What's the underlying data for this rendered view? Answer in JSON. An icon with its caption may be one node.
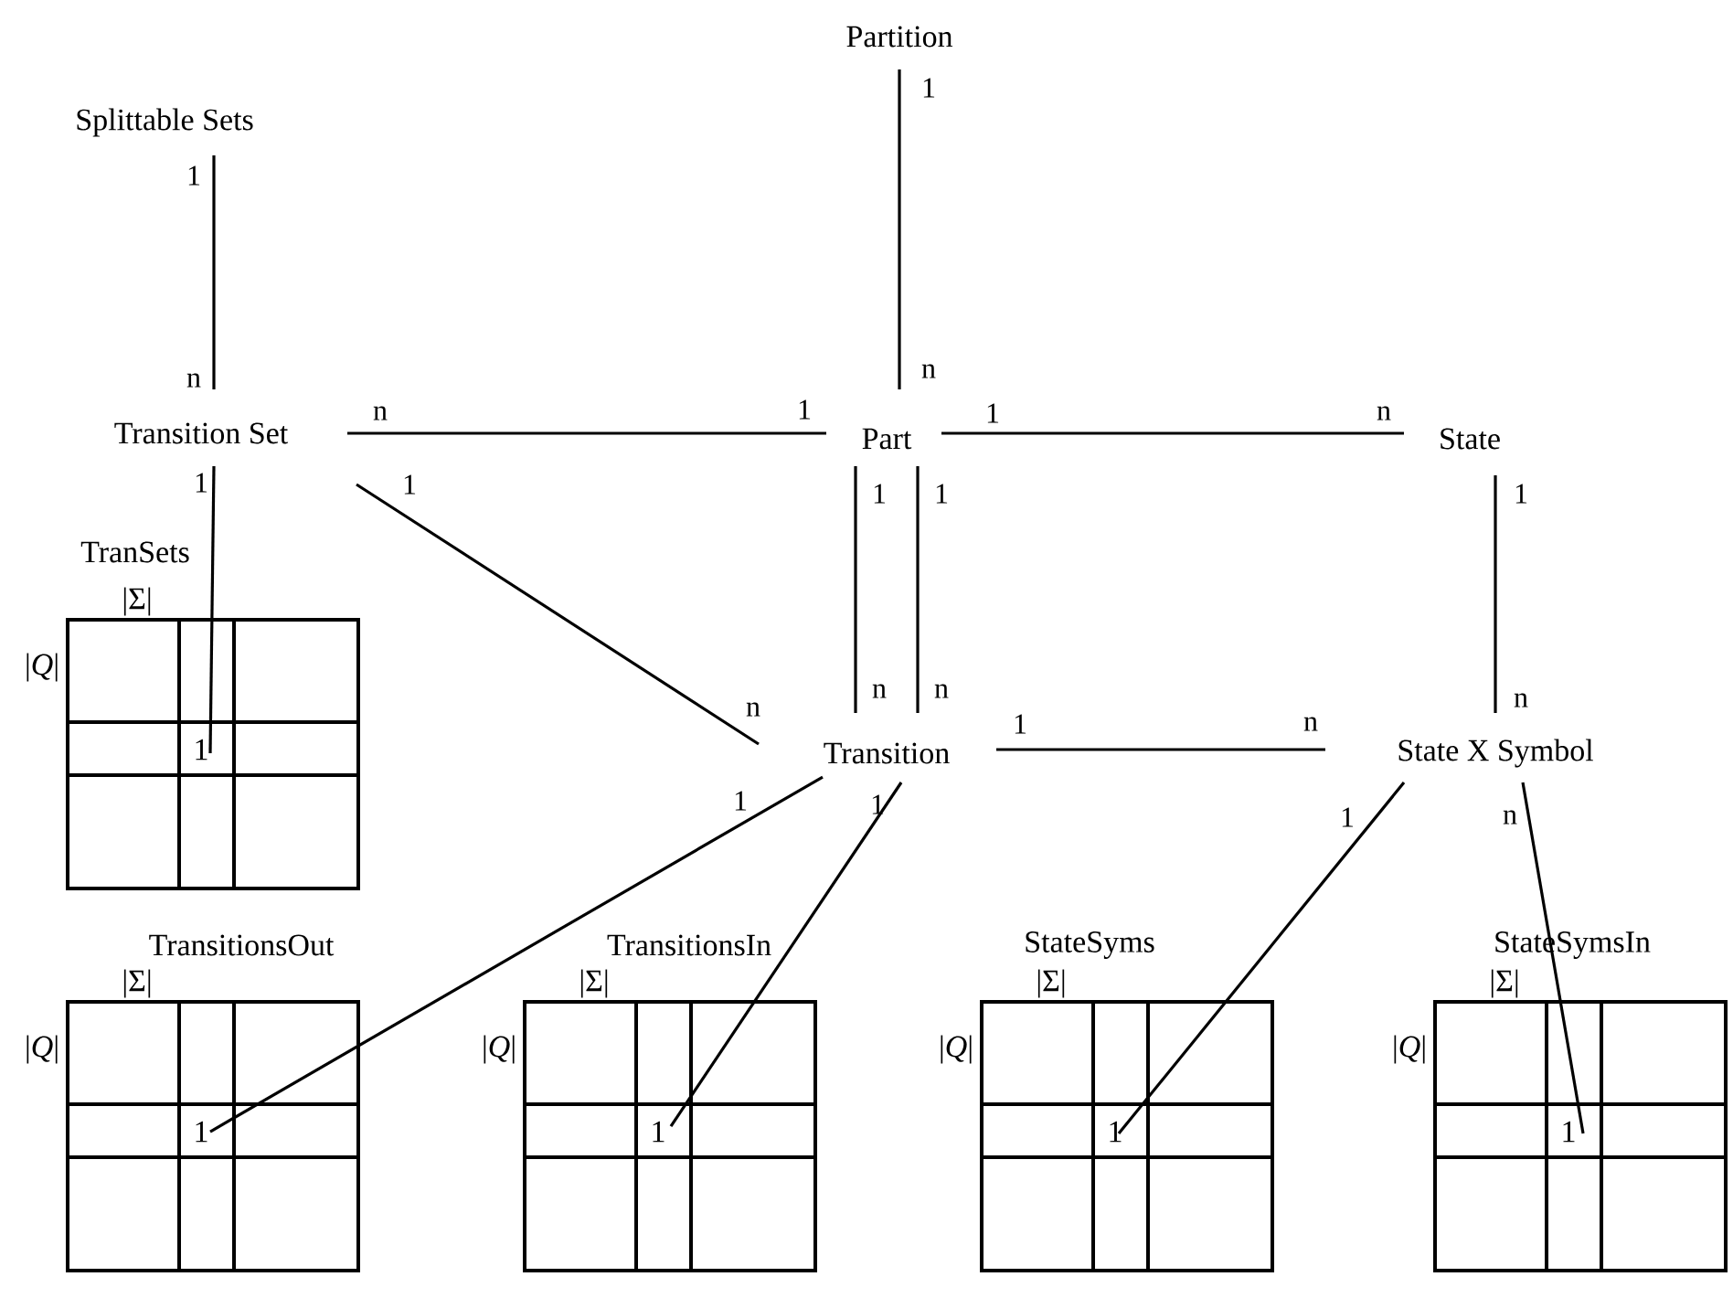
{
  "diagram": {
    "nodes": [
      {
        "text": [
          "Partition"
        ]
      },
      {
        "text": [
          "Splittable Sets"
        ]
      },
      {
        "text": [
          "Transition Set"
        ]
      },
      {
        "text": [
          "Part"
        ]
      },
      {
        "text": [
          "State"
        ]
      },
      {
        "text": [
          "TranSets"
        ],
        "beside": [
          "|Σ|",
          "|*Q*|"
        ]
      },
      {
        "text": [
          "1"
        ],
        "in": 5
      },
      {
        "text": [
          "Transition"
        ]
      },
      {
        "text": [
          "State X Symbol"
        ]
      },
      {
        "text": [
          "TransitionsOut"
        ],
        "beside": [
          "|Σ|",
          "|*Q*|"
        ]
      },
      {
        "text": [
          "1"
        ],
        "in": 9
      },
      {
        "text": [
          "TransitionsIn"
        ],
        "beside": [
          "|Σ|",
          "|*Q*|"
        ]
      },
      {
        "text": [
          "1"
        ],
        "in": 11
      },
      {
        "text": [
          "StateSyms"
        ],
        "beside": [
          "|Σ|",
          "|*Q*|"
        ]
      },
      {
        "text": [
          "1"
        ],
        "in": 13
      },
      {
        "text": [
          "StateSymsIn"
        ],
        "beside": [
          "|Σ|",
          "|*Q*|"
        ]
      },
      {
        "text": [
          "1"
        ],
        "in": 15
      }
    ],
    "edges": [
      {
        "from": 0,
        "to": 3,
        "arrow": "none"
      },
      {
        "from": 1,
        "to": 2,
        "arrow": "none"
      },
      {
        "from": 2,
        "to": 3,
        "arrow": "none"
      },
      {
        "from": 3,
        "to": 4,
        "arrow": "none"
      },
      {
        "from": 2,
        "to": 6,
        "arrow": "none"
      },
      {
        "from": 2,
        "to": 7,
        "arrow": "none"
      },
      {
        "from": 3,
        "to": 7,
        "arrow": "none"
      },
      {
        "from": 3,
        "to": 7,
        "arrow": "none"
      },
      {
        "from": 4,
        "to": 8,
        "arrow": "none"
      },
      {
        "from": 7,
        "to": 8,
        "arrow": "none"
      },
      {
        "from": 7,
        "to": 10,
        "arrow": "none"
      },
      {
        "from": 7,
        "to": 12,
        "arrow": "none"
      },
      {
        "from": 8,
        "to": 14,
        "arrow": "none"
      },
      {
        "from": 8,
        "to": 16,
        "arrow": "none"
      }
    ],
    "labels": [
      "1",
      "1",
      "n",
      "n",
      "n",
      "1",
      "1",
      "n",
      "1",
      "1",
      "1",
      "1",
      "1",
      "n",
      "n",
      "n",
      "n",
      "1",
      "n",
      "1",
      "1",
      "1",
      "n"
    ]
  }
}
